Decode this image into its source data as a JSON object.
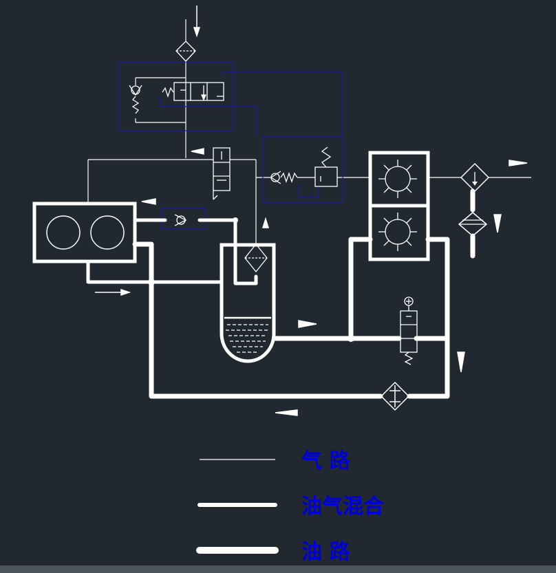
{
  "colors": {
    "background": "#212830",
    "line": "#ffffff",
    "pilot_line": "#1a1aa6",
    "legend_text": "#0000dd",
    "status_bar": "#4b535b"
  },
  "legend": [
    {
      "label": "气  路",
      "line_type": "thin"
    },
    {
      "label": "油气混合",
      "line_type": "medium"
    },
    {
      "label": "油  路",
      "line_type": "thick"
    }
  ]
}
